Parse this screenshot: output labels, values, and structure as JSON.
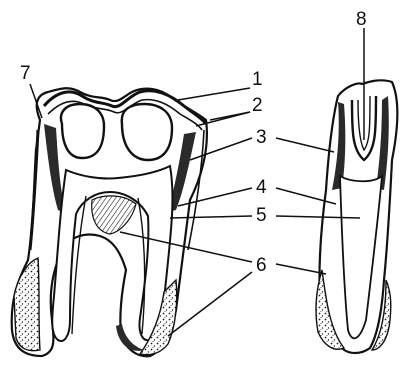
{
  "labels": [
    {
      "id": "1",
      "text": "1"
    },
    {
      "id": "2",
      "text": "2"
    },
    {
      "id": "3",
      "text": "3"
    },
    {
      "id": "4",
      "text": "4"
    },
    {
      "id": "5",
      "text": "5"
    },
    {
      "id": "6",
      "text": "6"
    },
    {
      "id": "7",
      "text": "7"
    },
    {
      "id": "8",
      "text": "8"
    }
  ],
  "colors": {
    "ink": "#111111",
    "paper": "#ffffff",
    "cavity": "#ffffff",
    "shade": "#2a2a2a"
  }
}
